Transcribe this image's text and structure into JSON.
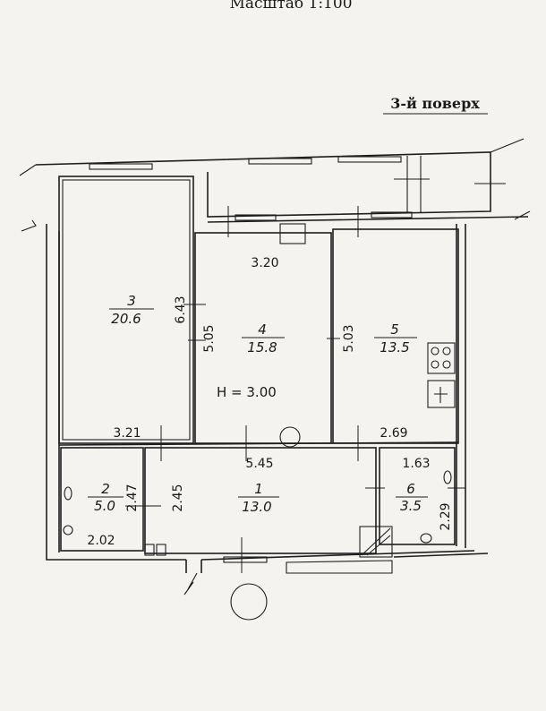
{
  "header": {
    "scale": "Масштаб 1:100",
    "floor": "3-й поверх"
  },
  "ceiling_height": "H  =  3.00",
  "rooms": [
    {
      "number": "1",
      "area": "13.0"
    },
    {
      "number": "2",
      "area": "5.0"
    },
    {
      "number": "3",
      "area": "20.6"
    },
    {
      "number": "4",
      "area": "15.8"
    },
    {
      "number": "5",
      "area": "13.5"
    },
    {
      "number": "6",
      "area": "3.5"
    }
  ],
  "dimensions": {
    "room4_top": "3.20",
    "room3_height": "6.43",
    "room4_height": "5.05",
    "room5_height": "5.03",
    "room3_bottom": "3.21",
    "room5_bottom": "2.69",
    "room1_top": "5.45",
    "room1_height": "2.45",
    "room2_height": "2.47",
    "room2_bottom": "2.02",
    "room6_top": "1.63",
    "room6_height": "2.29"
  },
  "colors": {
    "paper": "#f4f3ef",
    "ink": "#1e1e1e"
  }
}
